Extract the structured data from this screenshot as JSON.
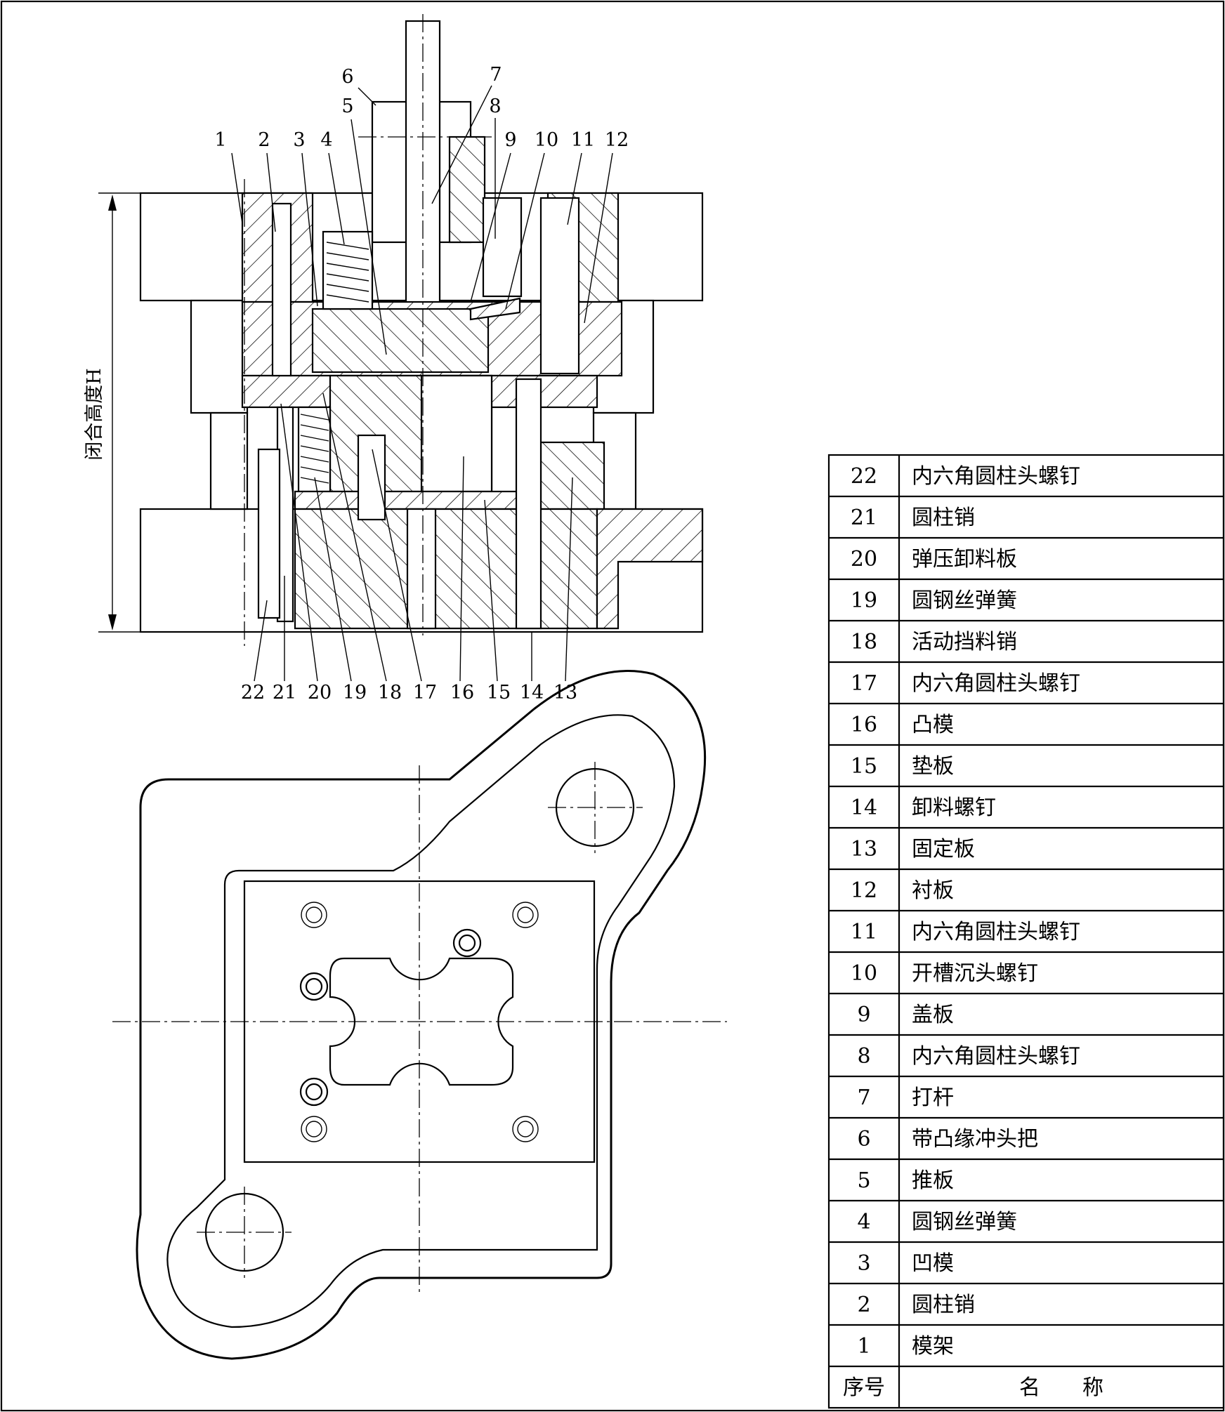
{
  "drawing": {
    "dimension_label": "闭合高度H",
    "callouts_top": [
      "1",
      "2",
      "3",
      "4",
      "5",
      "6",
      "7",
      "8",
      "9",
      "10",
      "11",
      "12"
    ],
    "callouts_bottom": [
      "22",
      "21",
      "20",
      "19",
      "18",
      "17",
      "16",
      "15",
      "14",
      "13"
    ]
  },
  "parts_table": {
    "header": {
      "number": "序号",
      "name": "名　　称"
    },
    "rows": [
      {
        "number": "22",
        "name": "内六角圆柱头螺钉"
      },
      {
        "number": "21",
        "name": "圆柱销"
      },
      {
        "number": "20",
        "name": "弹压卸料板"
      },
      {
        "number": "19",
        "name": "圆钢丝弹簧"
      },
      {
        "number": "18",
        "name": "活动挡料销"
      },
      {
        "number": "17",
        "name": "内六角圆柱头螺钉"
      },
      {
        "number": "16",
        "name": "凸模"
      },
      {
        "number": "15",
        "name": "垫板"
      },
      {
        "number": "14",
        "name": "卸料螺钉"
      },
      {
        "number": "13",
        "name": "固定板"
      },
      {
        "number": "12",
        "name": "衬板"
      },
      {
        "number": "11",
        "name": "内六角圆柱头螺钉"
      },
      {
        "number": "10",
        "name": "开槽沉头螺钉"
      },
      {
        "number": "9",
        "name": "盖板"
      },
      {
        "number": "8",
        "name": "内六角圆柱头螺钉"
      },
      {
        "number": "7",
        "name": "打杆"
      },
      {
        "number": "6",
        "name": "带凸缘冲头把"
      },
      {
        "number": "5",
        "name": "推板"
      },
      {
        "number": "4",
        "name": "圆钢丝弹簧"
      },
      {
        "number": "3",
        "name": "凹模"
      },
      {
        "number": "2",
        "name": "圆柱销"
      },
      {
        "number": "1",
        "name": "模架"
      }
    ]
  }
}
